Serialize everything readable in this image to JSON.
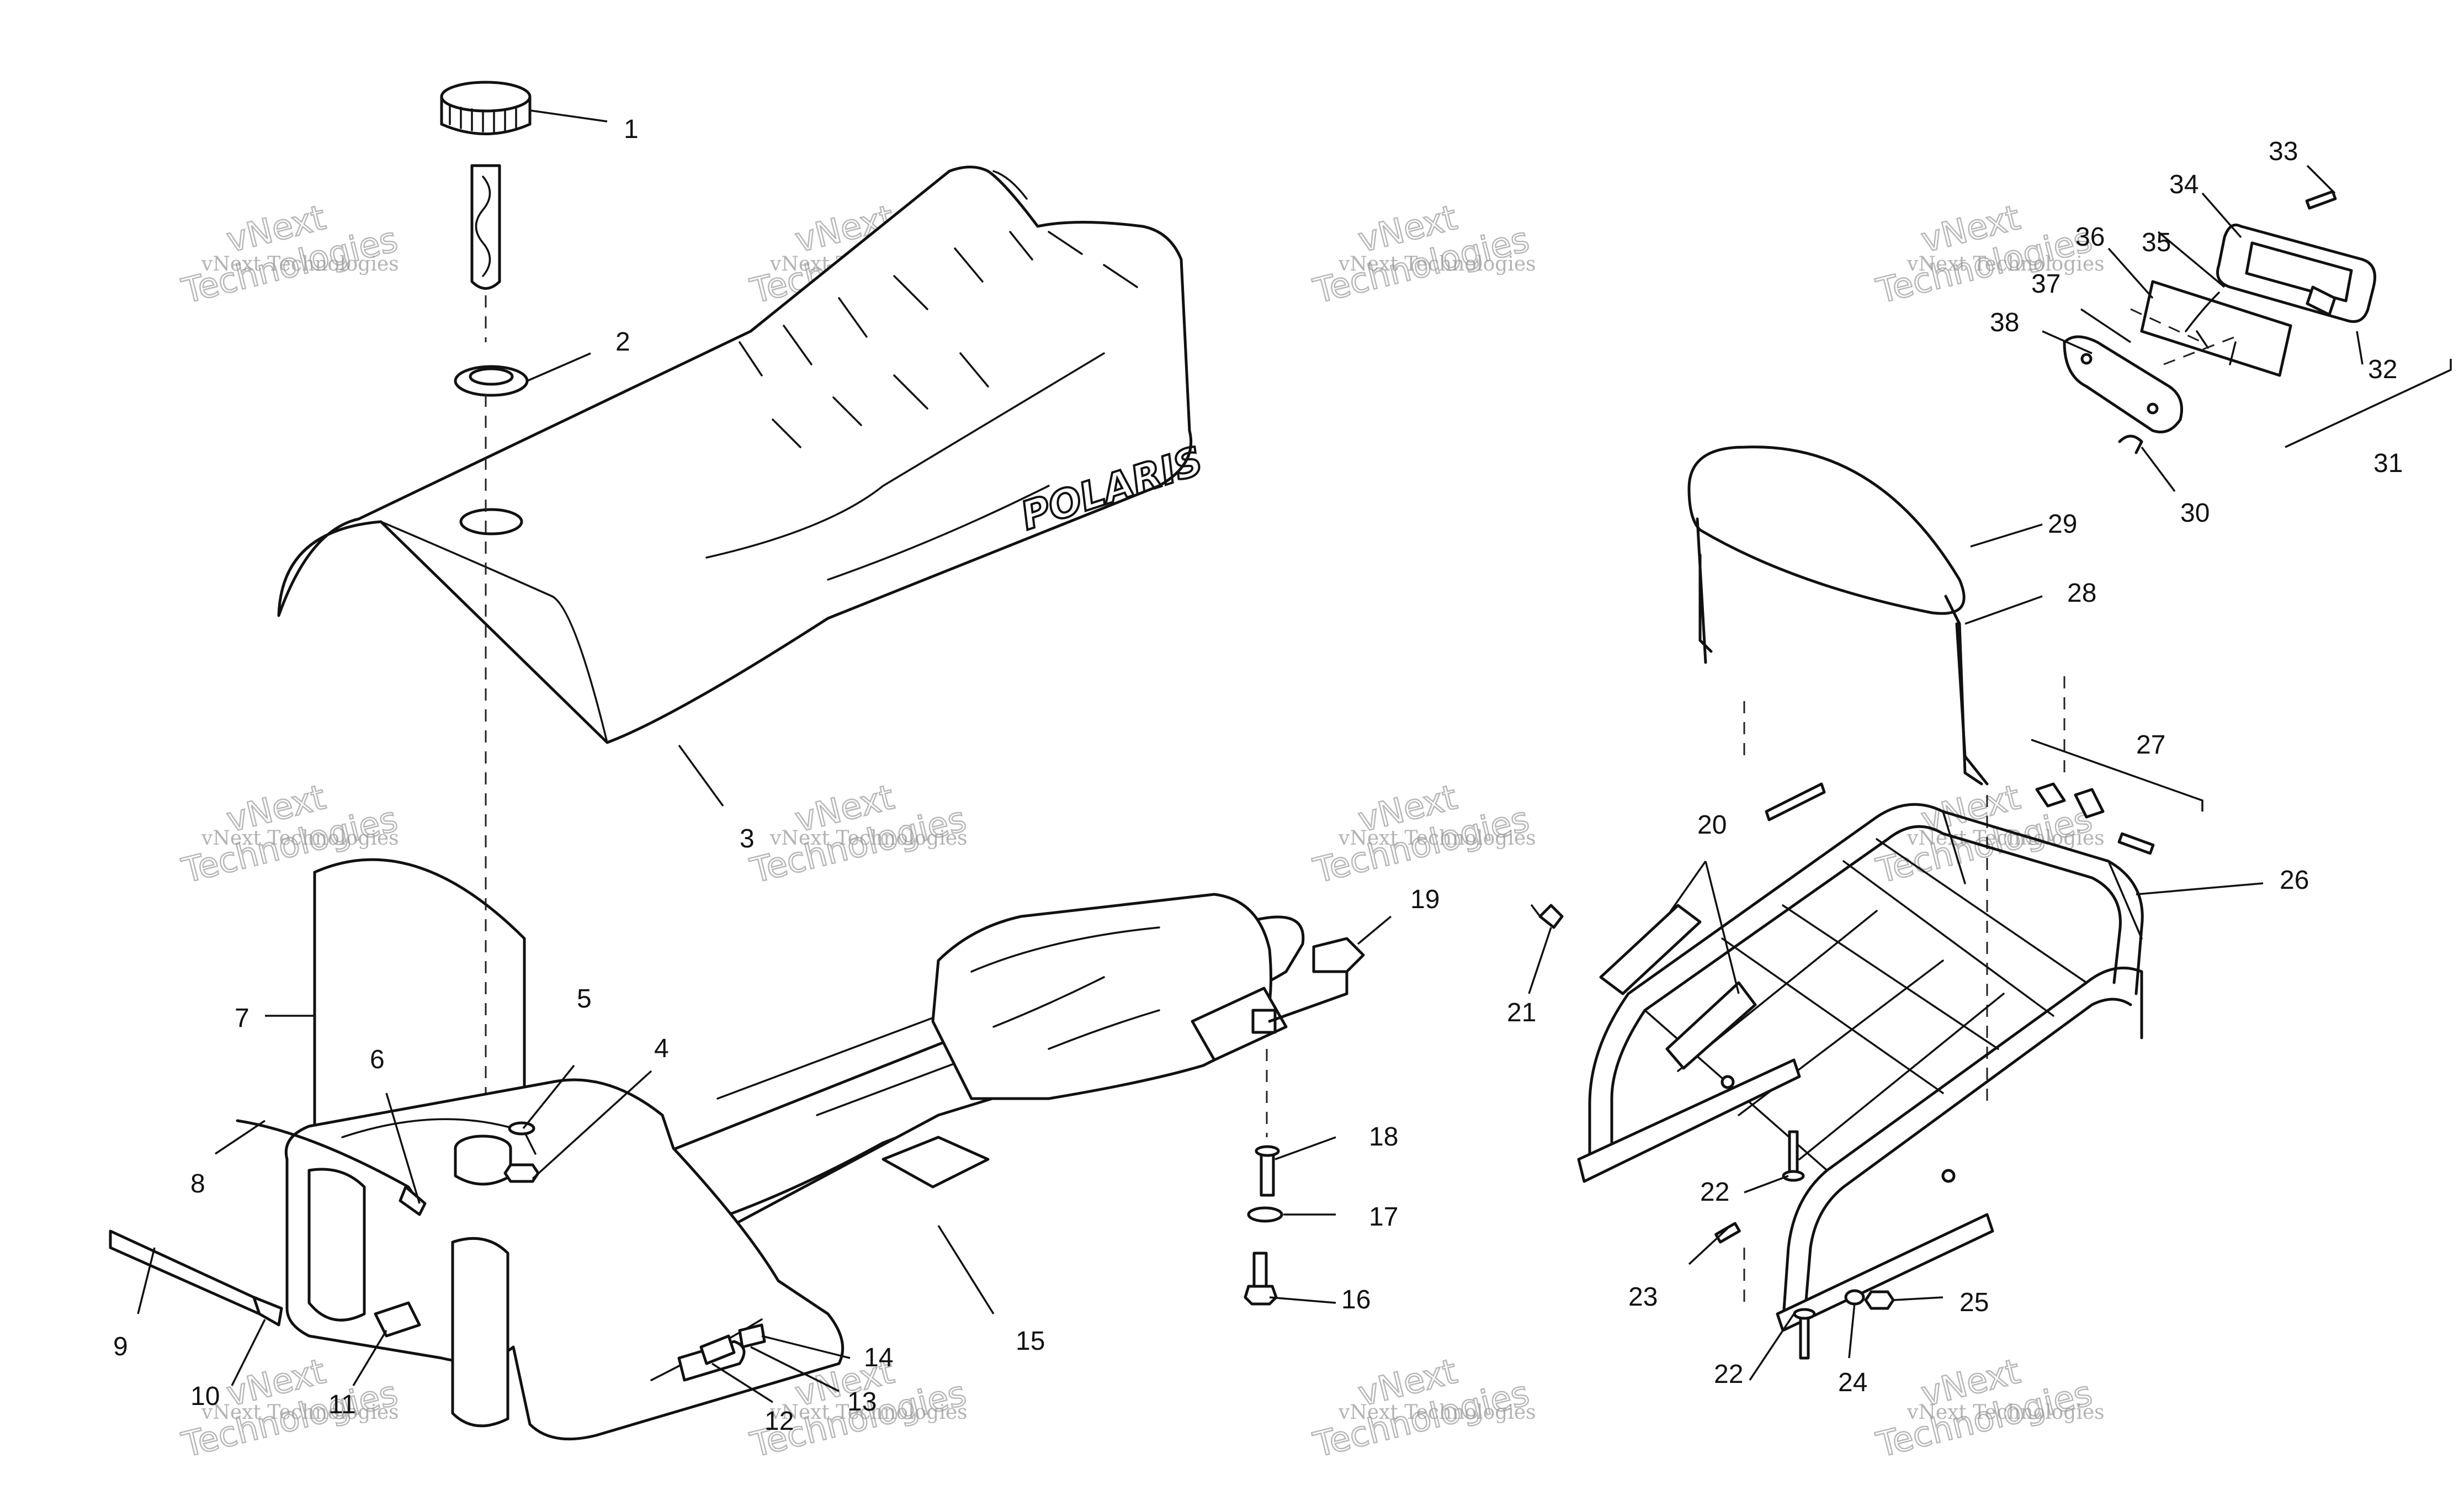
{
  "diagram": {
    "brand_label": "POLARIS",
    "watermark": {
      "line1": "vNext",
      "line2": "Technologies",
      "full": "vNext Technologies"
    },
    "callouts": [
      "1",
      "2",
      "3",
      "4",
      "5",
      "6",
      "7",
      "8",
      "9",
      "10",
      "11",
      "12",
      "13",
      "14",
      "15",
      "16",
      "17",
      "18",
      "19",
      "20",
      "21",
      "22",
      "22",
      "23",
      "24",
      "25",
      "26",
      "27",
      "28",
      "29",
      "30",
      "31",
      "32",
      "33",
      "34",
      "35",
      "36",
      "37",
      "38"
    ]
  }
}
